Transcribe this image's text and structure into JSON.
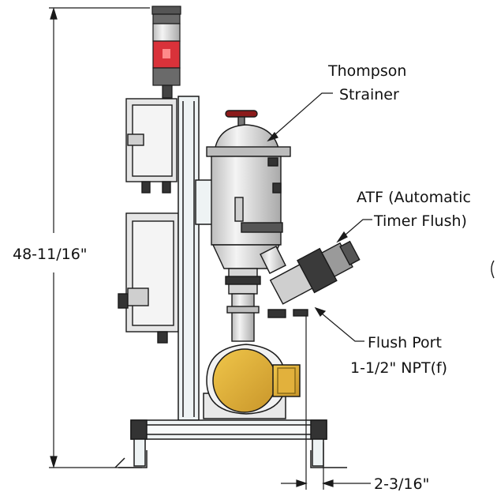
{
  "labels": {
    "strainer_line1": "Thompson",
    "strainer_line2": "Strainer",
    "atf_line1": "ATF (Automatic",
    "atf_line2": "Timer Flush)",
    "flush_line1": "Flush Port",
    "flush_line2": "1-1/2\" NPT(f)",
    "height_dim": "48-11/16\"",
    "offset_dim": "2-3/16\""
  },
  "colors": {
    "line": "#1a1a1a",
    "frame_fill": "#eef3f4",
    "body_fill": "#dcdcdc",
    "motor_fill": "#e2b13c",
    "beacon_red": "#d9323a",
    "handle_red": "#8b1a1a"
  }
}
